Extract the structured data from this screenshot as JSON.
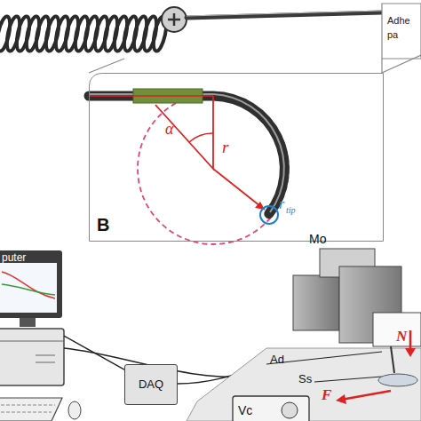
{
  "diagram": {
    "nodes": [
      {
        "text": [
          "B"
        ]
      },
      {
        "text": [
          "puter"
        ]
      },
      {
        "text": [
          "DAQ"
        ]
      }
    ],
    "edges": [
      {
        "from": 1,
        "to": 2,
        "arrow": "none"
      }
    ],
    "labels": [
      "Adhe",
      "pa",
      "α",
      "r",
      "r",
      "tip",
      "Mo",
      "N",
      "Ad",
      "Ss",
      "F",
      "Vc"
    ]
  }
}
